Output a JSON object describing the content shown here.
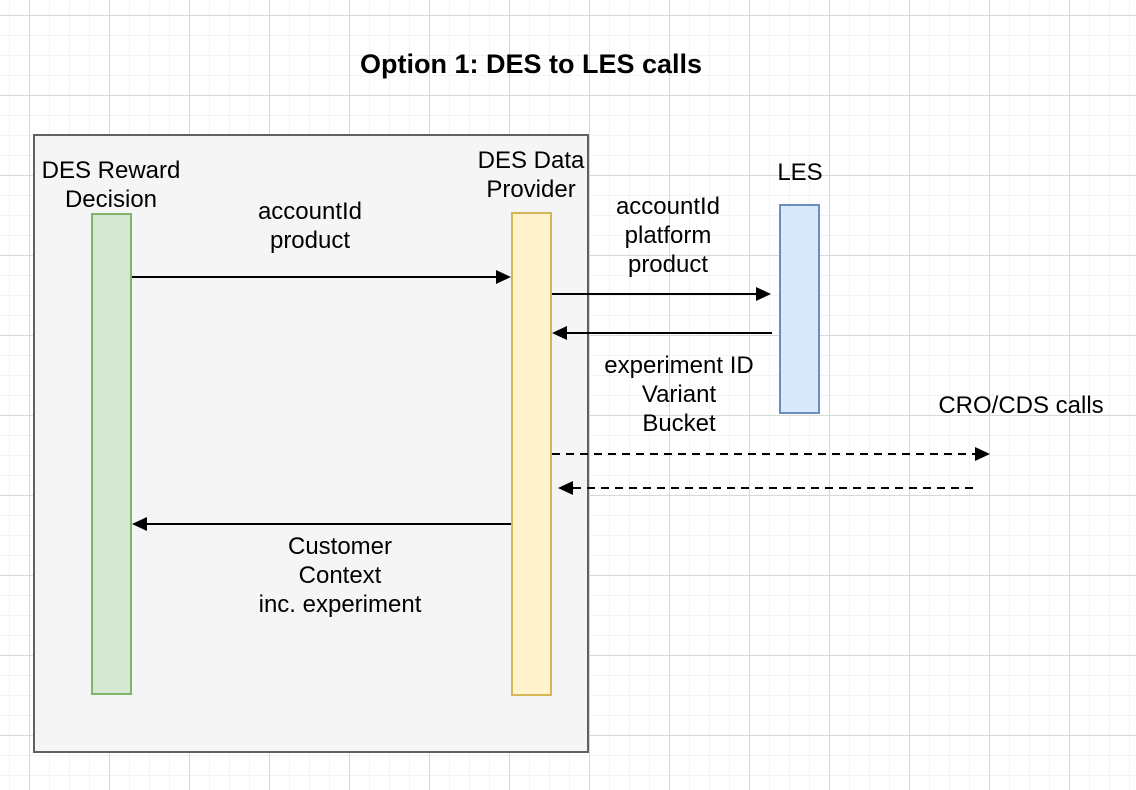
{
  "title": "Option 1: DES to LES calls",
  "canvas": {
    "background": "#ffffff",
    "grid_minor_color": "#f3f3f3",
    "grid_major_color": "#d8d8d8"
  },
  "frame": {
    "fill": "#f5f5f5",
    "border": "#616161"
  },
  "actors": {
    "des_reward": {
      "name": "DES Reward Decision",
      "lines": [
        "DES Reward",
        "Decision"
      ],
      "fill": "#d5e8d4",
      "border": "#82b366"
    },
    "des_data": {
      "name": "DES Data Provider",
      "lines": [
        "DES Data",
        "Provider"
      ],
      "fill": "#fff2cc",
      "border": "#d6b656"
    },
    "les": {
      "name": "LES",
      "label": "LES",
      "fill": "#dae8fc",
      "border": "#6c8ebf"
    },
    "external": {
      "label": "CRO/CDS calls"
    }
  },
  "messages": {
    "msg1": {
      "from": "DES Reward Decision",
      "to": "DES Data Provider",
      "direction": "right",
      "style": "solid",
      "lines": [
        "accountId",
        "product"
      ]
    },
    "msg2": {
      "from": "DES Data Provider",
      "to": "LES",
      "direction": "right",
      "style": "solid",
      "lines": [
        "accountId",
        "platform",
        "product"
      ]
    },
    "msg3": {
      "from": "LES",
      "to": "DES Data Provider",
      "direction": "left",
      "style": "solid",
      "lines": [
        "experiment ID",
        "Variant",
        "Bucket"
      ]
    },
    "msg4": {
      "from": "DES Data Provider",
      "to": "CRO/CDS",
      "direction": "right",
      "style": "dashed",
      "lines": []
    },
    "msg5": {
      "from": "CRO/CDS",
      "to": "DES Data Provider",
      "direction": "left",
      "style": "dashed",
      "lines": []
    },
    "msg6": {
      "from": "DES Data Provider",
      "to": "DES Reward Decision",
      "direction": "left",
      "style": "solid",
      "lines": [
        "Customer",
        "Context",
        "inc. experiment"
      ]
    }
  },
  "arrow_color": "#000000"
}
